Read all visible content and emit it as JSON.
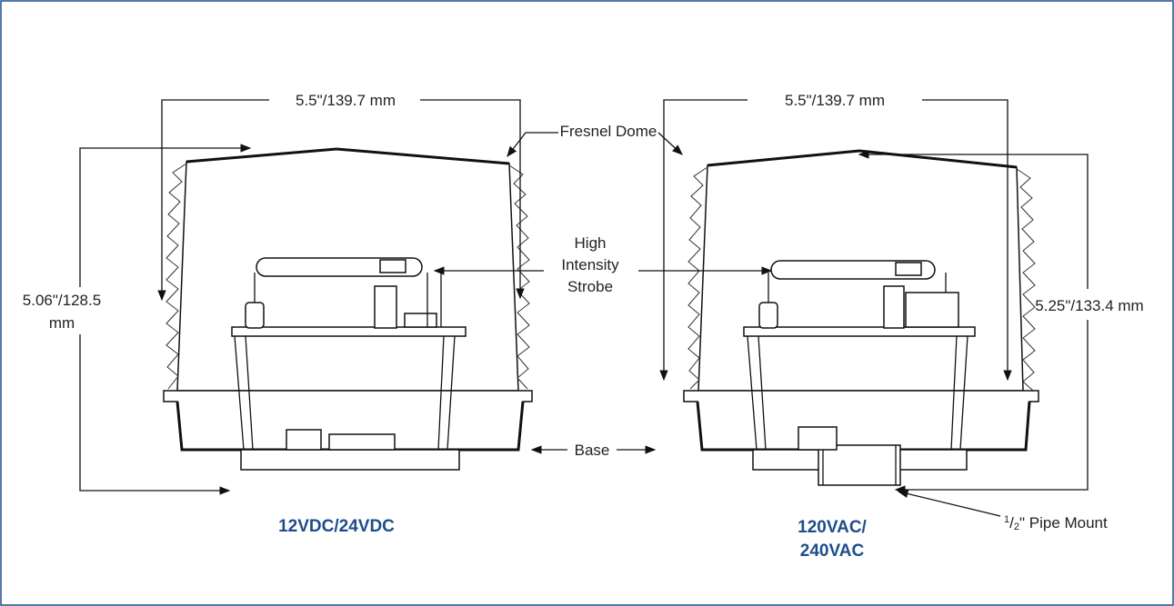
{
  "frame_color": "#1e4d8a",
  "caption_color": "#1e4d8a",
  "labels": {
    "width_left": "5.5\"/139.7 mm",
    "width_right": "5.5\"/139.7 mm",
    "fresnel_dome": "Fresnel Dome",
    "strobe_line1": "High",
    "strobe_line2": "Intensity",
    "strobe_line3": "Strobe",
    "height_left_line1": "5.06\"/128.5",
    "height_left_line2": "mm",
    "height_right": "5.25\"/133.4 mm",
    "base": "Base",
    "pipe_mount_sup": "1",
    "pipe_mount_sub": "2",
    "pipe_mount_text": "\" Pipe Mount",
    "caption_left": "12VDC/24VDC",
    "caption_right_line1": "120VAC/",
    "caption_right_line2": "240VAC"
  }
}
